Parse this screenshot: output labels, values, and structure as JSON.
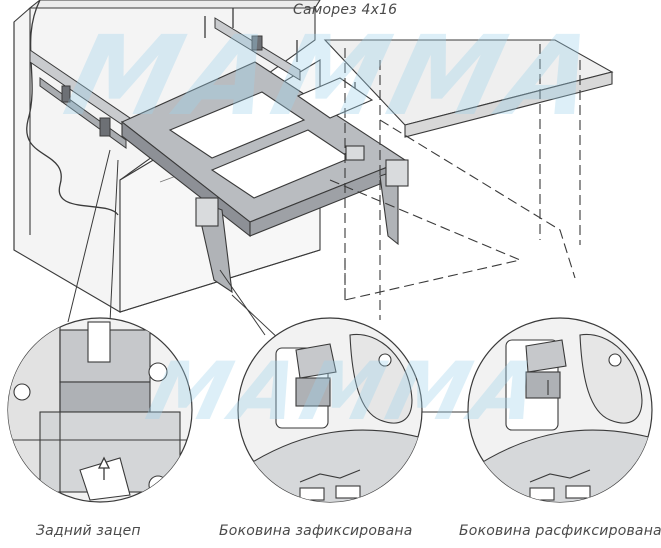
{
  "labels": {
    "screw": "Саморез 4x16",
    "rear_hook": "Задний зацеп",
    "side_fixed": "Боковина зафиксирована",
    "side_released": "Боковина расфиксирована"
  },
  "watermark": {
    "text": "MAMMA"
  },
  "colors": {
    "line": "#3a3a3a",
    "frame_fill": "#b9bcc0",
    "frame_dark": "#8d9096",
    "cabinet_fill": "#f4f4f4",
    "panel_fill": "#efefef",
    "watermark": "#9fd3ec"
  },
  "icons": {
    "hook_arrow": "arrow-icon"
  }
}
